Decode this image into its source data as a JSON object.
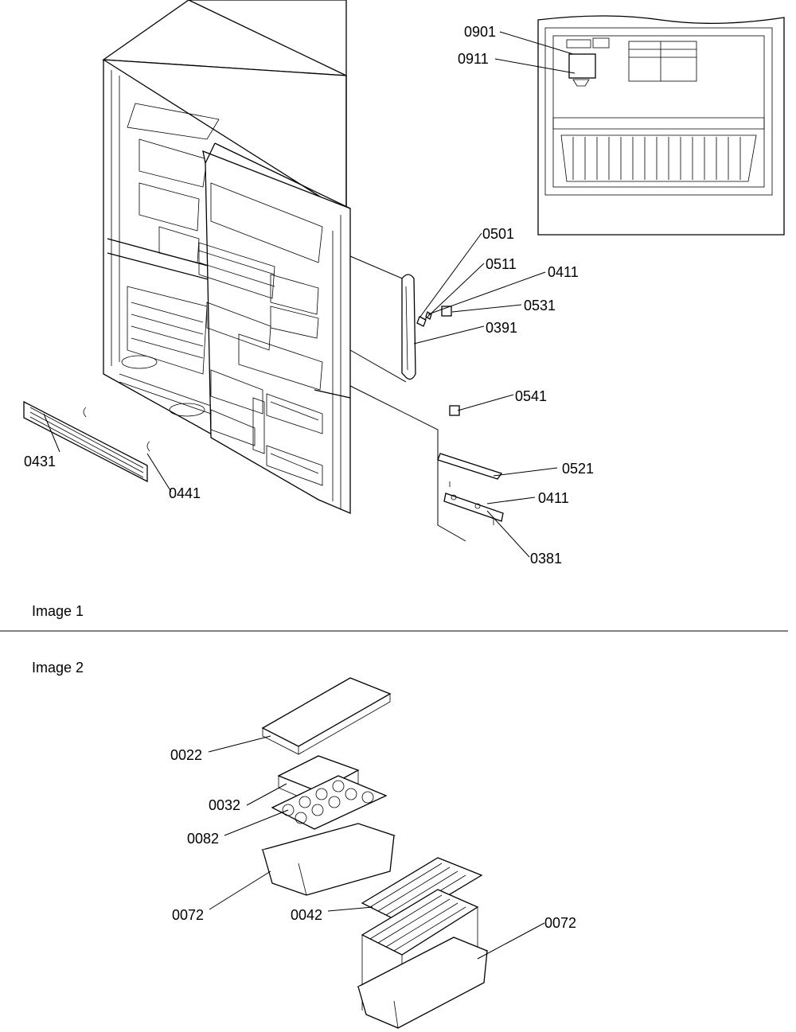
{
  "captions": {
    "image1": "Image 1",
    "image2": "Image 2"
  },
  "image1_labels": {
    "l0901": "0901",
    "l0911": "0911",
    "l0501": "0501",
    "l0511": "0511",
    "l0411a": "0411",
    "l0531": "0531",
    "l0391": "0391",
    "l0541": "0541",
    "l0521": "0521",
    "l0411b": "0411",
    "l0381": "0381",
    "l0431": "0431",
    "l0441": "0441"
  },
  "image2_labels": {
    "l0022": "0022",
    "l0032": "0032",
    "l0082": "0082",
    "l0072a": "0072",
    "l0042": "0042",
    "l0072b": "0072"
  }
}
